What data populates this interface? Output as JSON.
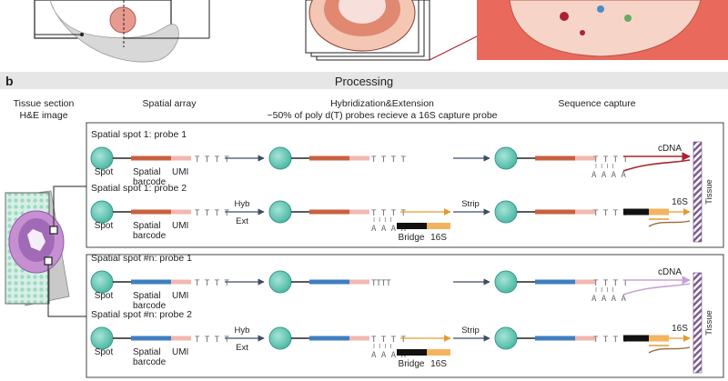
{
  "panel_label": "b",
  "header": "Processing",
  "columns": {
    "tissue_line1": "Tissue section",
    "tissue_line2": "H&E image",
    "array": "Spatial array",
    "hyb_line1": "Hybridization&Extension",
    "hyb_line2": "~50% of poly d(T) probes recieve a 16S capture probe",
    "capture": "Sequence capture"
  },
  "rows": [
    {
      "title": "Spatial spot 1: probe 1",
      "barcode_color": "#c9603f"
    },
    {
      "title": "Spatial spot 1: probe 2",
      "barcode_color": "#c9603f"
    },
    {
      "title": "Spatial spot #n: probe 1",
      "barcode_color": "#3f7fc0"
    },
    {
      "title": "Spatial spot #n: probe 2",
      "barcode_color": "#3f7fc0"
    }
  ],
  "labels": {
    "spot": "Spot",
    "spatial": "Spatial",
    "barcode": "barcode",
    "umi": "UMI",
    "polyT": "T T T T",
    "polyT_compact": "TTTT",
    "polyA": "A A A A",
    "hyb": "Hyb",
    "ext": "Ext",
    "strip": "Strip",
    "bridge": "Bridge",
    "s16": "16S",
    "cdna": "cDNA",
    "tissue": "Tissue"
  },
  "colors": {
    "spot": "#6fcdbd",
    "umi": "#f2b8b0",
    "bridge": "#111111",
    "s16": "#f2b45f",
    "cdna_red": "#a8232f",
    "cdna_purple": "#c8a2d6",
    "header_bg": "#e6e6e6",
    "arrow": "#3d4c66"
  }
}
